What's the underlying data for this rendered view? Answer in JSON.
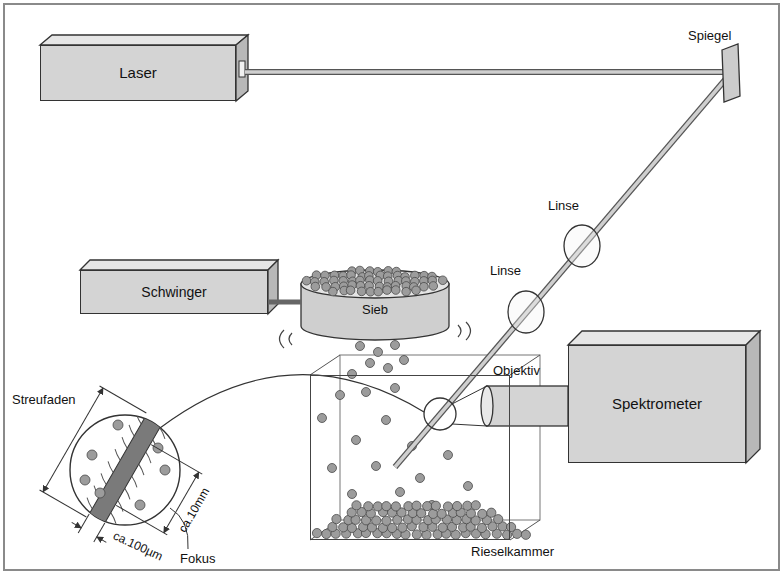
{
  "diagram": {
    "nodes": [
      {
        "text": [
          "Laser"
        ]
      },
      {
        "text": [
          "Schwinger"
        ]
      },
      {
        "text": [
          "Sieb"
        ]
      },
      {
        "text": [
          "Objektiv"
        ]
      },
      {
        "text": [
          "Spektrometer"
        ]
      },
      {
        "text": [
          "Rieselkammer"
        ]
      }
    ],
    "edges": [
      {
        "from": 1,
        "to": 2,
        "arrow": "none"
      }
    ],
    "labels": [
      "Spiegel",
      "Linse",
      "Linse",
      "Streufaden",
      "ca.10mm",
      "ca.100µm",
      "Fokus"
    ]
  }
}
